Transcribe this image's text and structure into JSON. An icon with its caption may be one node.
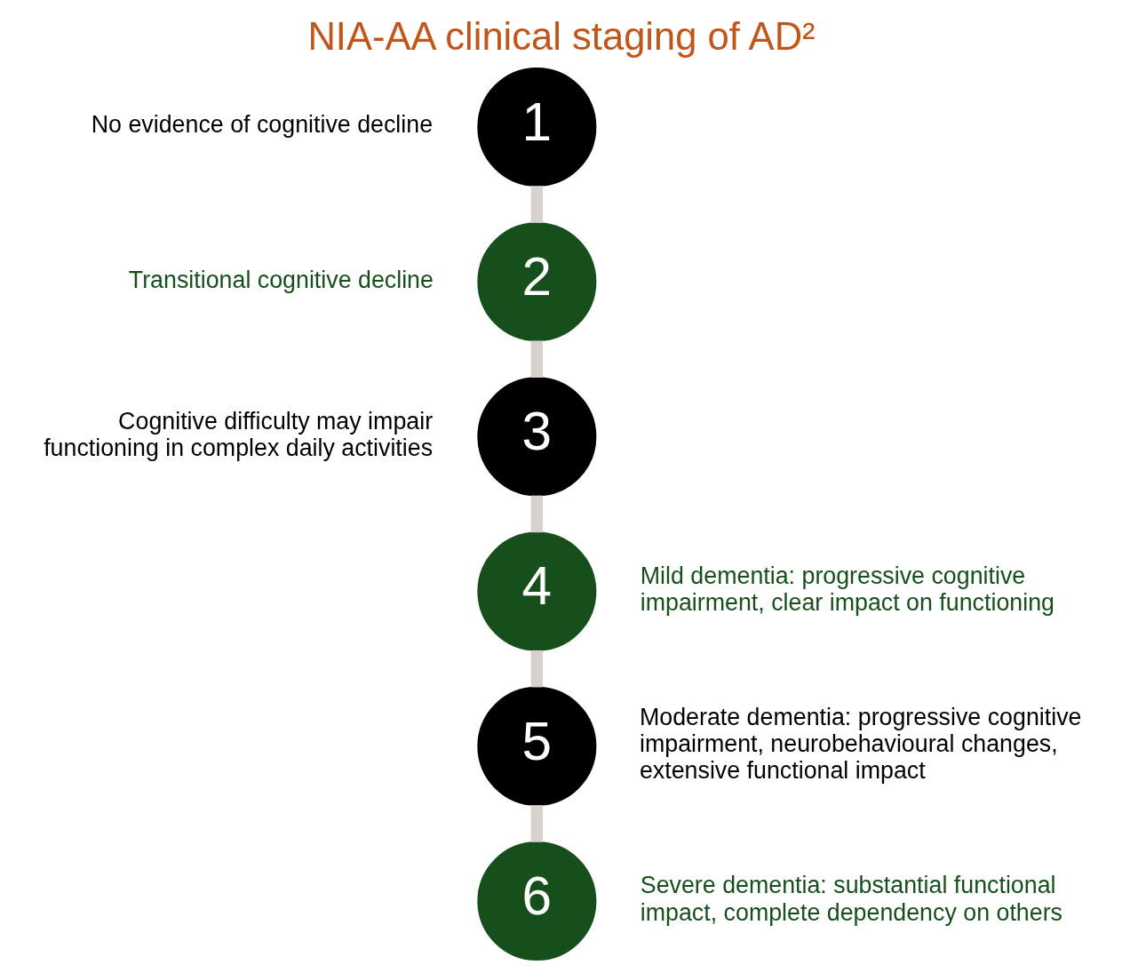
{
  "diagram": {
    "title": "NIA-AA clinical staging of AD²",
    "nodes": [
      {
        "text": [
          "1"
        ],
        "beside": [
          "No evidence of cognitive decline"
        ]
      },
      {
        "text": [
          "2"
        ],
        "beside": [
          "Transitional cognitive decline"
        ]
      },
      {
        "text": [
          "3"
        ],
        "beside": [
          "Cognitive difficulty may impair functioning in complex daily activities"
        ]
      },
      {
        "text": [
          "4"
        ],
        "beside": [
          "Mild dementia: progressive cognitive impairment, clear impact on functioning"
        ]
      },
      {
        "text": [
          "5"
        ],
        "beside": [
          "Moderate dementia: progressive cognitive impairment, neurobehavioural changes, extensive functional impact"
        ]
      },
      {
        "text": [
          "6"
        ],
        "beside": [
          "Severe dementia: substantial functional impact, complete dependency on others"
        ]
      }
    ],
    "edges": [
      {
        "from": 0,
        "to": 1,
        "arrow": "none"
      },
      {
        "from": 1,
        "to": 2,
        "arrow": "none"
      },
      {
        "from": 2,
        "to": 3,
        "arrow": "none"
      },
      {
        "from": 3,
        "to": 4,
        "arrow": "none"
      },
      {
        "from": 4,
        "to": 5,
        "arrow": "none"
      }
    ]
  }
}
